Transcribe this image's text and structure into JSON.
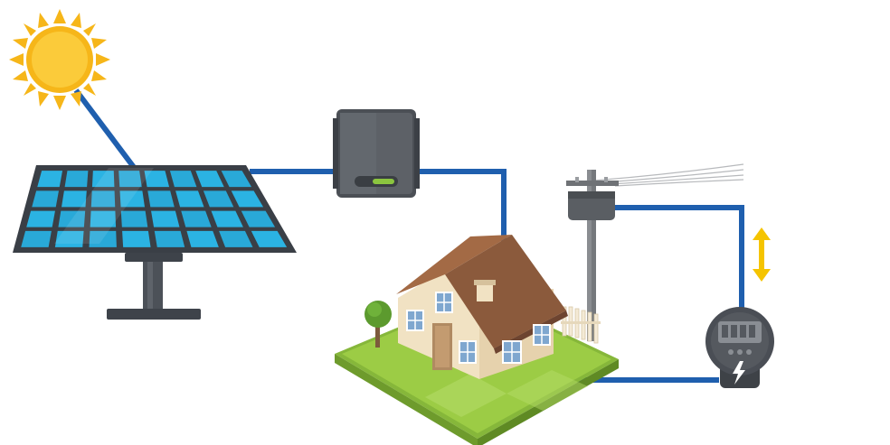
{
  "diagram": {
    "type": "grid-tied solar power system illustration",
    "colors": {
      "background": "#ffffff",
      "wire": "#1f5fae",
      "sun_core": "#f9c22e",
      "sun_rays": "#f6b619",
      "panel_cells": "#2bb3e3",
      "panel_frame": "#3a3f46",
      "inverter_body": "#5d6167",
      "inverter_led": "#8bc53f",
      "roof": "#8b5a3c",
      "house_wall": "#f1e2c3",
      "window": "#7fa7cf",
      "lawn": "#9ccc45",
      "meter_body": "#4a4e55",
      "arrow": "#f5c400"
    },
    "nodes": [
      {
        "name": "sun",
        "icon": "sun-icon"
      },
      {
        "name": "solar-panel",
        "icon": "solar-panel-icon"
      },
      {
        "name": "inverter",
        "icon": "inverter-icon"
      },
      {
        "name": "house",
        "icon": "house-icon"
      },
      {
        "name": "utility-pole",
        "icon": "utility-pole-icon"
      },
      {
        "name": "electric-meter",
        "icon": "electric-meter-icon"
      },
      {
        "name": "bidirectional-arrow",
        "icon": "double-arrow-icon"
      }
    ],
    "connections": [
      {
        "from": "sun",
        "to": "solar-panel"
      },
      {
        "from": "solar-panel",
        "to": "inverter"
      },
      {
        "from": "inverter",
        "to": "house"
      },
      {
        "from": "house",
        "to": "electric-meter"
      },
      {
        "from": "electric-meter",
        "to": "utility-pole"
      }
    ]
  }
}
